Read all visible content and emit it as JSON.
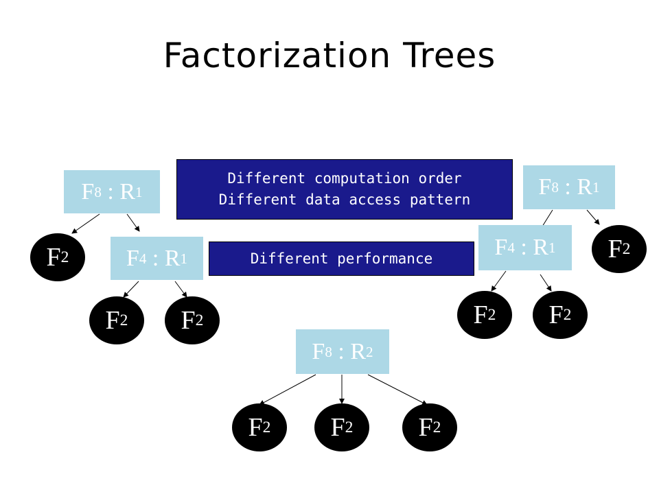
{
  "title": "Factorization Trees",
  "callouts": {
    "order_line1": "Different computation order",
    "order_line2": "Different data access pattern",
    "performance": "Different performance"
  },
  "trees": {
    "tree1": {
      "root": {
        "base": "F",
        "sub1": "8",
        "sep": " : ",
        "rbase": "R",
        "sub2": "1"
      },
      "leaf_a": {
        "base": "F",
        "sub": "2"
      },
      "inner": {
        "base": "F",
        "sub1": "4",
        "sep": " : ",
        "rbase": "R",
        "sub2": "1"
      },
      "leaf_b": {
        "base": "F",
        "sub": "2"
      },
      "leaf_c": {
        "base": "F",
        "sub": "2"
      }
    },
    "tree2": {
      "root": {
        "base": "F",
        "sub1": "8",
        "sep": " : ",
        "rbase": "R",
        "sub2": "1"
      },
      "inner": {
        "base": "F",
        "sub1": "4",
        "sep": " : ",
        "rbase": "R",
        "sub2": "1"
      },
      "leaf_a": {
        "base": "F",
        "sub": "2"
      },
      "leaf_b": {
        "base": "F",
        "sub": "2"
      },
      "leaf_c": {
        "base": "F",
        "sub": "2"
      }
    },
    "tree3": {
      "root": {
        "base": "F",
        "sub1": "8",
        "sep": " : ",
        "rbase": "R",
        "sub2": "2"
      },
      "leaf_a": {
        "base": "F",
        "sub": "2"
      },
      "leaf_b": {
        "base": "F",
        "sub": "2"
      },
      "leaf_c": {
        "base": "F",
        "sub": "2"
      }
    }
  },
  "colors": {
    "node_fill": "#add8e6",
    "leaf_fill": "#000000",
    "callout_fill": "#1a1a8c",
    "text_on_node": "#ffffff"
  }
}
